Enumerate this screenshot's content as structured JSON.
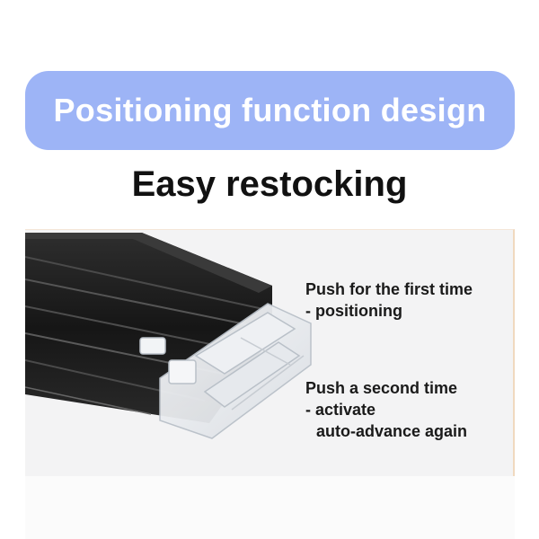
{
  "banner": {
    "title": "Positioning function design"
  },
  "subheading": "Easy restocking",
  "annotations": {
    "first": {
      "line1": "Push for the first time",
      "line2": "- positioning"
    },
    "second": {
      "line1": "Push a second time",
      "line2": "- activate",
      "line3": "auto-advance again"
    }
  },
  "colors": {
    "banner_bg": "#9db4f6",
    "banner_text": "#ffffff",
    "heading_text": "#111111",
    "rail": "#1c1c1c",
    "panel_bg": "#f3f3f4"
  },
  "icons": [
    "black-aluminum-rail",
    "clear-plastic-pusher-end"
  ]
}
